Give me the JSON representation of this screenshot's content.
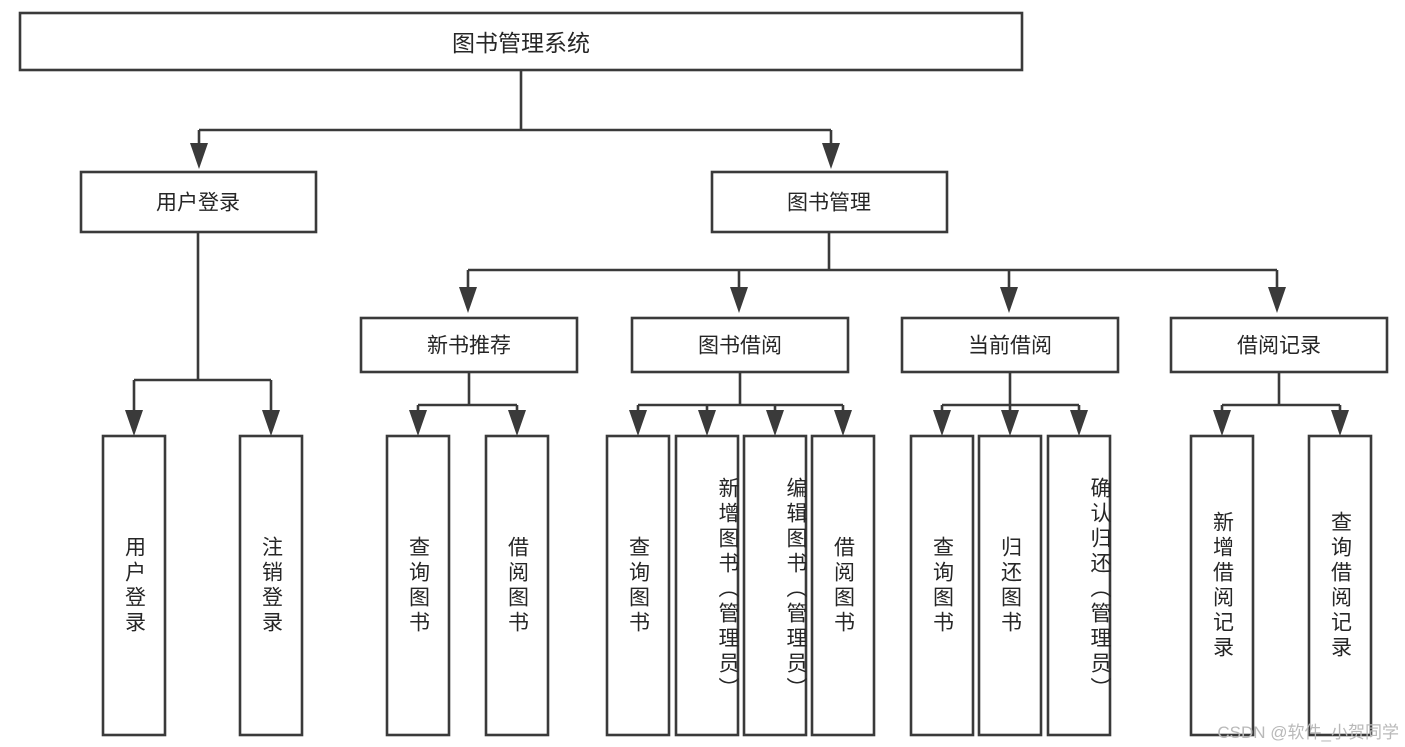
{
  "diagram": {
    "type": "tree-hierarchy",
    "title": "图书管理系统",
    "watermark": "CSDN @软件_小贺同学",
    "colors": {
      "background": "#ffffff",
      "stroke": "#3a3a3a",
      "text": "#262626",
      "watermark": "#b9b9b9"
    },
    "root": {
      "label": "图书管理系统"
    },
    "level2": [
      {
        "id": "user-login",
        "label": "用户登录"
      },
      {
        "id": "book-manage",
        "label": "图书管理"
      }
    ],
    "level3": [
      {
        "id": "new-book-recommend",
        "label": "新书推荐",
        "parent": "book-manage"
      },
      {
        "id": "book-borrow",
        "label": "图书借阅",
        "parent": "book-manage"
      },
      {
        "id": "current-borrow",
        "label": "当前借阅",
        "parent": "book-manage"
      },
      {
        "id": "borrow-record",
        "label": "借阅记录",
        "parent": "book-manage"
      }
    ],
    "leaves": {
      "user-login": [
        {
          "id": "leaf-user-login",
          "label": "用户登录"
        },
        {
          "id": "leaf-user-logout",
          "label": "注销登录"
        }
      ],
      "new-book-recommend": [
        {
          "id": "leaf-query-book-1",
          "label": "查询图书"
        },
        {
          "id": "leaf-borrow-book-1",
          "label": "借阅图书"
        }
      ],
      "book-borrow": [
        {
          "id": "leaf-query-book-2",
          "label": "查询图书"
        },
        {
          "id": "leaf-add-book",
          "label": "新增图书（管理员）"
        },
        {
          "id": "leaf-edit-book",
          "label": "编辑图书（管理员）"
        },
        {
          "id": "leaf-borrow-book-2",
          "label": "借阅图书"
        }
      ],
      "current-borrow": [
        {
          "id": "leaf-query-book-3",
          "label": "查询图书"
        },
        {
          "id": "leaf-return-book",
          "label": "归还图书"
        },
        {
          "id": "leaf-confirm-return",
          "label": "确认归还（管理员）"
        }
      ],
      "borrow-record": [
        {
          "id": "leaf-add-record",
          "label": "新增借阅记录"
        },
        {
          "id": "leaf-query-record",
          "label": "查询借阅记录"
        }
      ]
    }
  }
}
